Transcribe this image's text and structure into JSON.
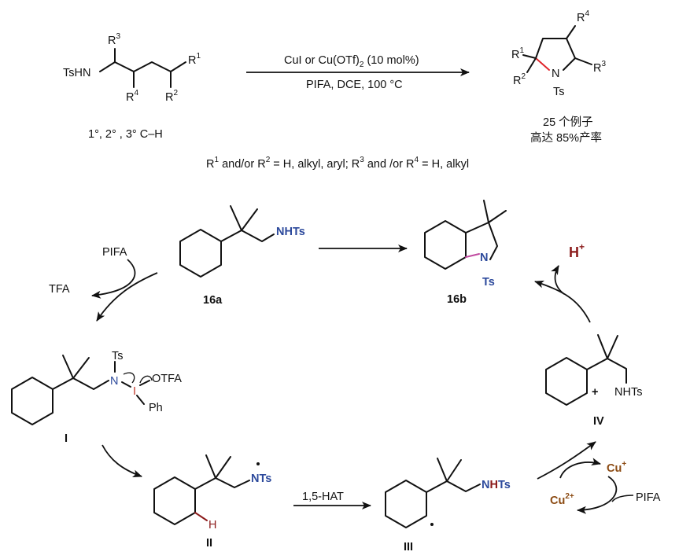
{
  "top": {
    "reactant": {
      "tsnh": "TsHN",
      "r1": "R",
      "r1_sup": "1",
      "r2": "R",
      "r2_sup": "2",
      "r3": "R",
      "r3_sup": "3",
      "r4": "R",
      "r4_sup": "4"
    },
    "reagent_line1_a": "CuI or Cu(OTf)",
    "reagent_line1_sub": "2",
    "reagent_line1_b": " (10 mol%)",
    "reagent_line2": "PIFA, DCE, 100 °C",
    "scope_ch": "1°, 2° , 3° C–H",
    "product": {
      "n": "N",
      "ts": "Ts",
      "r1": "R",
      "r1_sup": "1",
      "r2": "R",
      "r2_sup": "2",
      "r3": "R",
      "r3_sup": "3",
      "r4": "R",
      "r4_sup": "4"
    },
    "examples": "25 个例子",
    "yield": "高达 85%产率",
    "substituents": {
      "p1": "R",
      "s1": "1",
      "p2": " and/or R",
      "s2": "2",
      "p3": " = H, alkyl, aryl; R",
      "s3": "3",
      "p4": "  and /or R",
      "s4": "4",
      "p5": " = H, alkyl"
    }
  },
  "mechanism": {
    "c16a": {
      "group": "NHTs",
      "label": "16a"
    },
    "c16b": {
      "n": "N",
      "ts": "Ts",
      "label": "16b"
    },
    "pifa_in": "PIFA",
    "tfa_out": "TFA",
    "intI": {
      "ts": "Ts",
      "n": "N",
      "i": "I",
      "otfa": "OTFA",
      "ph": "Ph",
      "label": "I"
    },
    "intII": {
      "group": "NTs",
      "h": "H",
      "label": "II"
    },
    "hat": "1,5-HAT",
    "intIII": {
      "n": "N",
      "h": "H",
      "ts": "Ts",
      "label": "III"
    },
    "intIV": {
      "plus": "+",
      "group": "NHTs",
      "label": "IV"
    },
    "hplus": {
      "h": "H",
      "plus": "+"
    },
    "cu1": {
      "text": "Cu",
      "charge": "+"
    },
    "cu2": {
      "text": "Cu",
      "charge": "2+"
    },
    "pifa_cu": "PIFA"
  },
  "colors": {
    "nitrogen_blue": "#2d4a9c",
    "highlight_red": "#c0392b",
    "proton_dark_red": "#8b1a1a",
    "copper_brown": "#8b4a12",
    "new_bond_magenta": "#c14ba0"
  }
}
